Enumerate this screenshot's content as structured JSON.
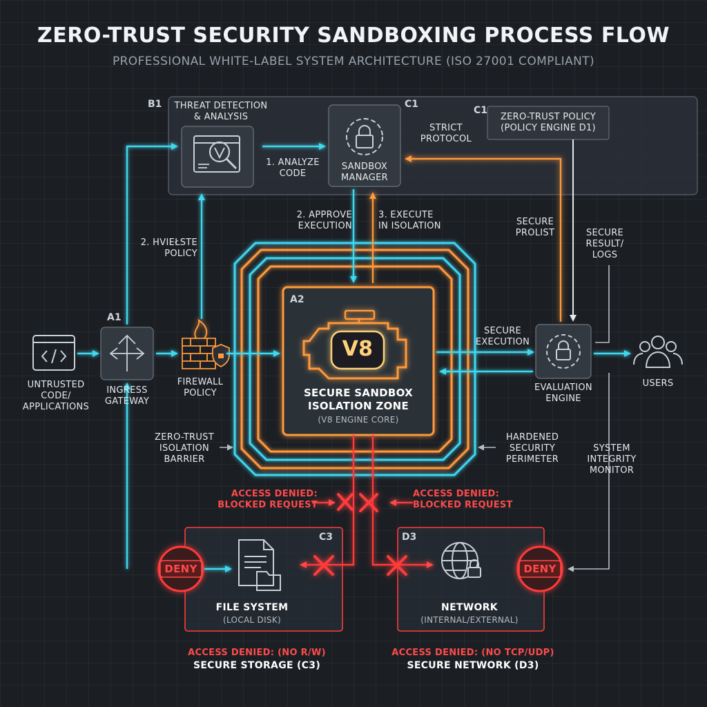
{
  "header": {
    "title": "ZERO-TRUST SECURITY SANDBOXING PROCESS FLOW",
    "subtitle": "PROFESSIONAL WHITE-LABEL SYSTEM ARCHITECTURE (ISO 27001 COMPLIANT)"
  },
  "tags": {
    "b1": "B1",
    "c1_manager": "C1",
    "c1_policy": "C1",
    "a1": "A1",
    "a2": "A2",
    "c3": "C3",
    "d3": "D3"
  },
  "nodes": {
    "threat_detection": "THREAT DETECTION\n& ANALYSIS",
    "sandbox_manager": "SANDBOX\nMANAGER",
    "zero_trust_policy": "ZERO-TRUST POLICY\n(POLICY ENGINE D1)",
    "untrusted_code": "UNTRUSTED\nCODE/\nAPPLICATIONS",
    "ingress_gateway": "INGRESS\nGATEWAY",
    "firewall_policy": "FIREWALL\nPOLICY",
    "engine_badge": "V8",
    "sandbox_title": "SECURE SANDBOX\nISOLATION ZONE",
    "sandbox_subtitle": "(V8 ENGINE CORE)",
    "evaluation_engine": "EVALUATION\nENGINE",
    "users": "USERS",
    "file_system": "FILE SYSTEM",
    "file_system_sub": "(LOCAL DISK)",
    "network": "NETWORK",
    "network_sub": "(INTERNAL/EXTERNAL)",
    "deny_left": "DENY",
    "deny_right": "DENY"
  },
  "flow_labels": {
    "analyze_code": "1. ANALYZE\nCODE",
    "strict_protocol": "STRICT\nPROTOCOL",
    "approve_execution": "2. APPROVE\nEXECUTION",
    "execute_isolation": "3. EXECUTE\nIN ISOLATION",
    "hvieste_policy": "2. HVIEŁSTE\nPOLICY",
    "secure_prolist": "SECURE\nPROLIST",
    "secure_result_logs": "SECURE\nRESULT/\nLOGS",
    "secure_execution": "SECURE\nEXECUTION",
    "zero_trust_barrier": "ZERO-TRUST\nISOLATION\nBARRIER",
    "hardened_perimeter": "HARDENED\nSECURITY\nPERIMETER",
    "system_integrity": "SYSTEM\nINTEGRITY\nMONITOR",
    "denied_left": "ACCESS DENIED:\nBLOCKED REQUEST",
    "denied_right": "ACCESS DENIED:\nBLOCKED REQUEST"
  },
  "footer": {
    "storage_denied": "ACCESS DENIED: (NO R/W)",
    "storage_name": "SECURE STORAGE (C3)",
    "network_denied": "ACCESS DENIED: (NO TCP/UDP)",
    "network_name": "SECURE NETWORK (D3)"
  },
  "colors": {
    "cyan": "#3fd7ef",
    "orange": "#ff9a3c",
    "red": "#ff3b3b",
    "panel": "#2a3038",
    "icon_stroke": "#c9d1d9"
  }
}
